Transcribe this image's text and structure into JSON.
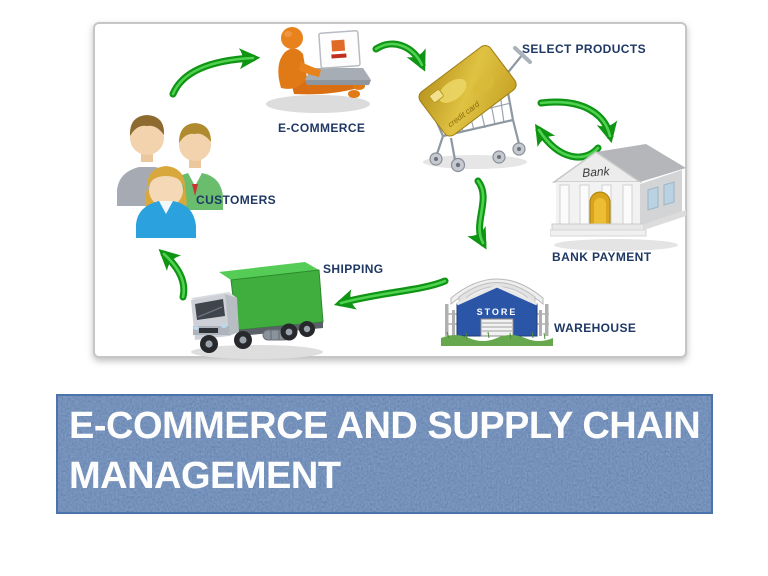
{
  "slide": {
    "title": "E-COMMERCE AND SUPPLY CHAIN MANAGEMENT",
    "title_color": "#fdfdfd",
    "banner": {
      "fill": "#5b82b5",
      "border": "#4a74ab",
      "texture": "denim-noise"
    },
    "background": "#ffffff"
  },
  "diagram": {
    "panel_border": "#c6c6c6",
    "label_color": "#1f3864",
    "arrow_color": "#129a18",
    "nodes": [
      {
        "id": "customers",
        "label": "CUSTOMERS",
        "icon": "customers-icon"
      },
      {
        "id": "ecommerce",
        "label": "E-COMMERCE",
        "icon": "person-laptop-icon"
      },
      {
        "id": "select-products",
        "label": "SELECT PRODUCTS",
        "icon": "cart-credit-card-icon",
        "card_text": "credit card"
      },
      {
        "id": "bank-payment",
        "label": "BANK PAYMENT",
        "icon": "bank-building-icon",
        "sign": "Bank"
      },
      {
        "id": "warehouse",
        "label": "WAREHOUSE",
        "icon": "store-building-icon",
        "sign": "STORE"
      },
      {
        "id": "shipping",
        "label": "SHIPPING",
        "icon": "delivery-truck-icon"
      }
    ],
    "flows": [
      "customers to ecommerce",
      "ecommerce to select-products",
      "select-products to bank-payment",
      "bank-payment to select-products",
      "select-products to warehouse",
      "warehouse to shipping",
      "shipping to customers"
    ]
  }
}
